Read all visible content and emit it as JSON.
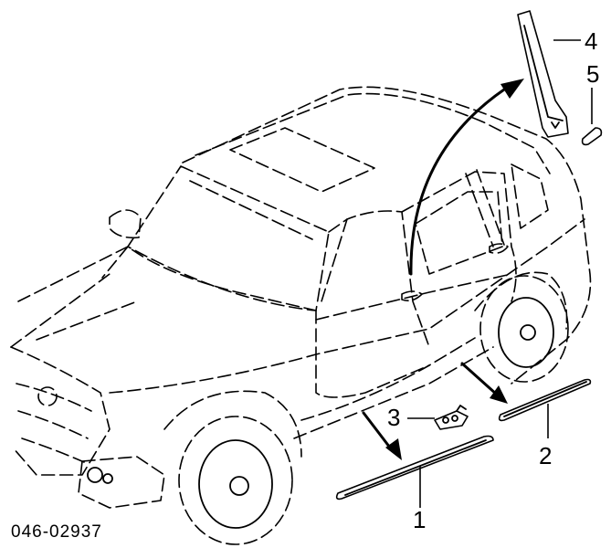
{
  "diagram": {
    "callouts": [
      {
        "id": "1",
        "label": "1"
      },
      {
        "id": "2",
        "label": "2"
      },
      {
        "id": "3",
        "label": "3"
      },
      {
        "id": "4",
        "label": "4"
      },
      {
        "id": "5",
        "label": "5"
      }
    ],
    "reference_code": "046-02937"
  }
}
